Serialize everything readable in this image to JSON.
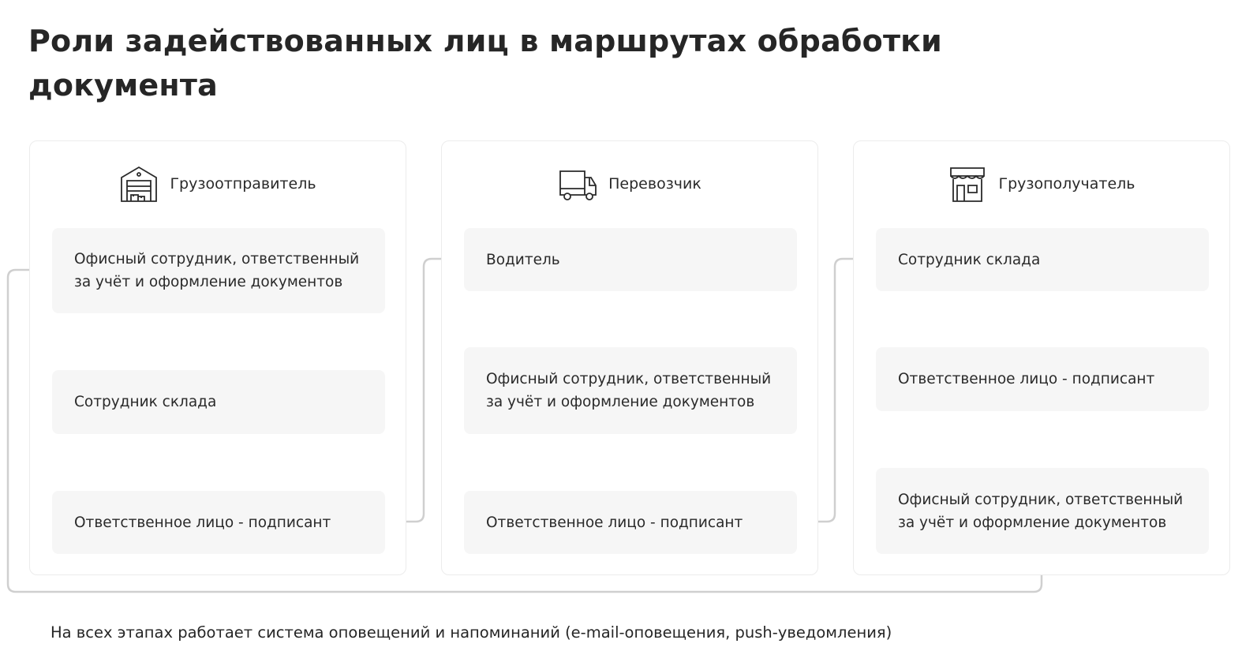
{
  "title": "Роли задействованных лиц в маршрутах обработки документа",
  "columns": [
    {
      "name": "Грузоотправитель",
      "icon": "warehouse-icon",
      "steps": [
        "Офисный сотрудник, ответственный за учёт и оформление документов",
        "Сотрудник склада",
        "Ответственное лицо - подписант"
      ]
    },
    {
      "name": "Перевозчик",
      "icon": "truck-icon",
      "steps": [
        "Водитель",
        "Офисный сотрудник, ответственный за учёт и оформление документов",
        "Ответственное лицо - подписант"
      ]
    },
    {
      "name": "Грузополучатель",
      "icon": "store-icon",
      "steps": [
        "Сотрудник склада",
        "Ответственное лицо - подписант",
        "Офисный сотрудник, ответственный за учёт и оформление документов"
      ]
    }
  ],
  "footer": "На всех этапах работает система оповещений и напоминаний (e-mail-оповещения, push-уведомления)"
}
